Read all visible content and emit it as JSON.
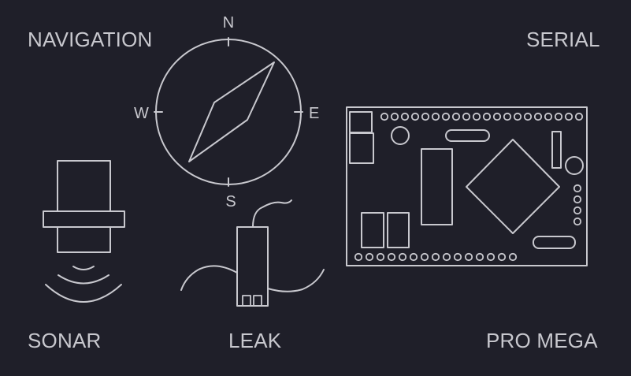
{
  "labels": {
    "navigation": "NAVIGATION",
    "serial": "SERIAL",
    "sonar": "SONAR",
    "leak": "LEAK",
    "pro_mega": "PRO MEGA"
  },
  "compass": {
    "north": "N",
    "east": "E",
    "south": "S",
    "west": "W"
  },
  "colors": {
    "background": "#1f1f29",
    "line": "#c8c8ce",
    "text": "#c8c8ce"
  }
}
